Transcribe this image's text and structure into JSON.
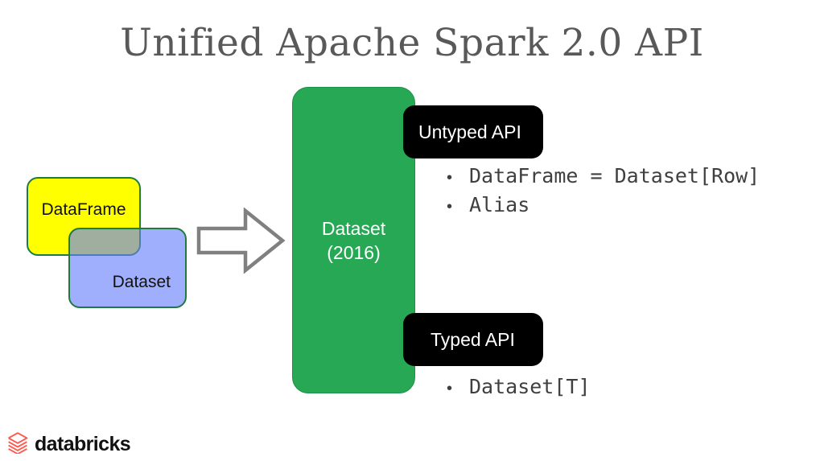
{
  "slide": {
    "title": "Unified Apache Spark 2.0 API",
    "background_color": "#FFFFFF"
  },
  "venn": {
    "dataframe": {
      "label": "DataFrame",
      "fill_color": "#FFFF00",
      "border_color": "#1F7A3D"
    },
    "dataset": {
      "label": "Dataset",
      "fill_color": "#677EFC",
      "border_color": "#1F7A3D"
    },
    "overlap_color": "#88A099"
  },
  "arrow": {
    "icon": "right-block-arrow-icon",
    "stroke_color": "#808080"
  },
  "dataset_panel": {
    "line1": "Dataset",
    "line2": "(2016)",
    "fill_color": "#27A855",
    "text_color": "#FFFFFF"
  },
  "api_sections": [
    {
      "badge_label": "Untyped API",
      "badge_color": "#000000",
      "badge_text_color": "#FFFFFF",
      "bullets": [
        "DataFrame = Dataset[Row]",
        "Alias"
      ]
    },
    {
      "badge_label": "Typed API",
      "badge_color": "#000000",
      "badge_text_color": "#FFFFFF",
      "bullets": [
        "Dataset[T]"
      ]
    }
  ],
  "bullet_marker": "•",
  "footer": {
    "logo_icon": "databricks-stacked-layers-icon",
    "wordmark": "databricks",
    "logo_color": "#FF5A4D",
    "wordmark_color": "#111111"
  }
}
